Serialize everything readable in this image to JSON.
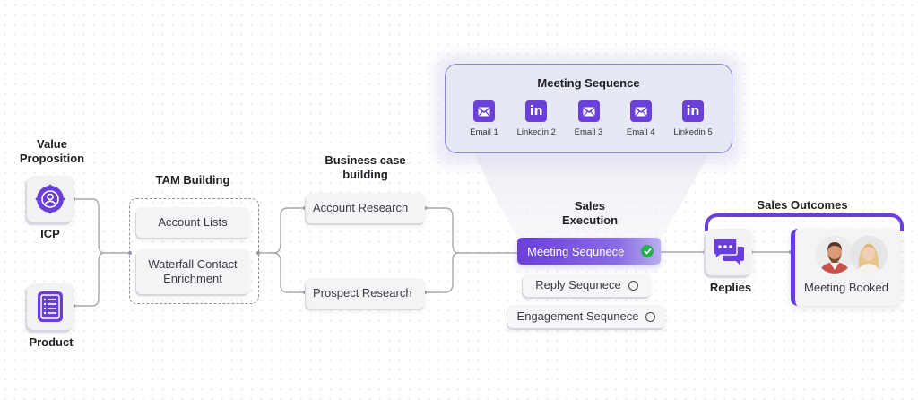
{
  "colors": {
    "accent": "#6a3fd9",
    "check": "#22b14c",
    "card_bg": "#f4f4f6",
    "wire": "#a8a8ae"
  },
  "value_proposition": {
    "heading": "Value\nProposition",
    "heading_line1": "Value",
    "heading_line2": "Proposition",
    "items": [
      {
        "label": "ICP",
        "icon": "target-user-icon"
      },
      {
        "label": "Product",
        "icon": "document-list-icon"
      }
    ]
  },
  "tam_building": {
    "heading": "TAM Building",
    "items": [
      {
        "label": "Account Lists"
      },
      {
        "label_line1": "Waterfall Contact",
        "label_line2": "Enrichment"
      }
    ]
  },
  "business_case": {
    "heading_line1": "Business case",
    "heading_line2": "building",
    "items": [
      {
        "label": "Account Research"
      },
      {
        "label": "Prospect Research"
      }
    ]
  },
  "meeting_sequence_panel": {
    "title": "Meeting Sequence",
    "steps": [
      {
        "label": "Email 1",
        "icon": "email-icon"
      },
      {
        "label": "Linkedin 2",
        "icon": "linkedin-icon"
      },
      {
        "label": "Email 3",
        "icon": "email-icon"
      },
      {
        "label": "Email 4",
        "icon": "email-icon"
      },
      {
        "label": "Linkedin 5",
        "icon": "linkedin-icon"
      }
    ]
  },
  "sales_execution": {
    "heading_line1": "Sales",
    "heading_line2": "Execution",
    "options": [
      {
        "label": "Meeting Sequnece",
        "selected": true
      },
      {
        "label": "Reply Sequnece",
        "selected": false
      },
      {
        "label": "Engagement Sequnece",
        "selected": false
      }
    ]
  },
  "sales_outcomes": {
    "heading": "Sales Outcomes",
    "replies_label": "Replies",
    "booked_label": "Meeting Booked"
  }
}
